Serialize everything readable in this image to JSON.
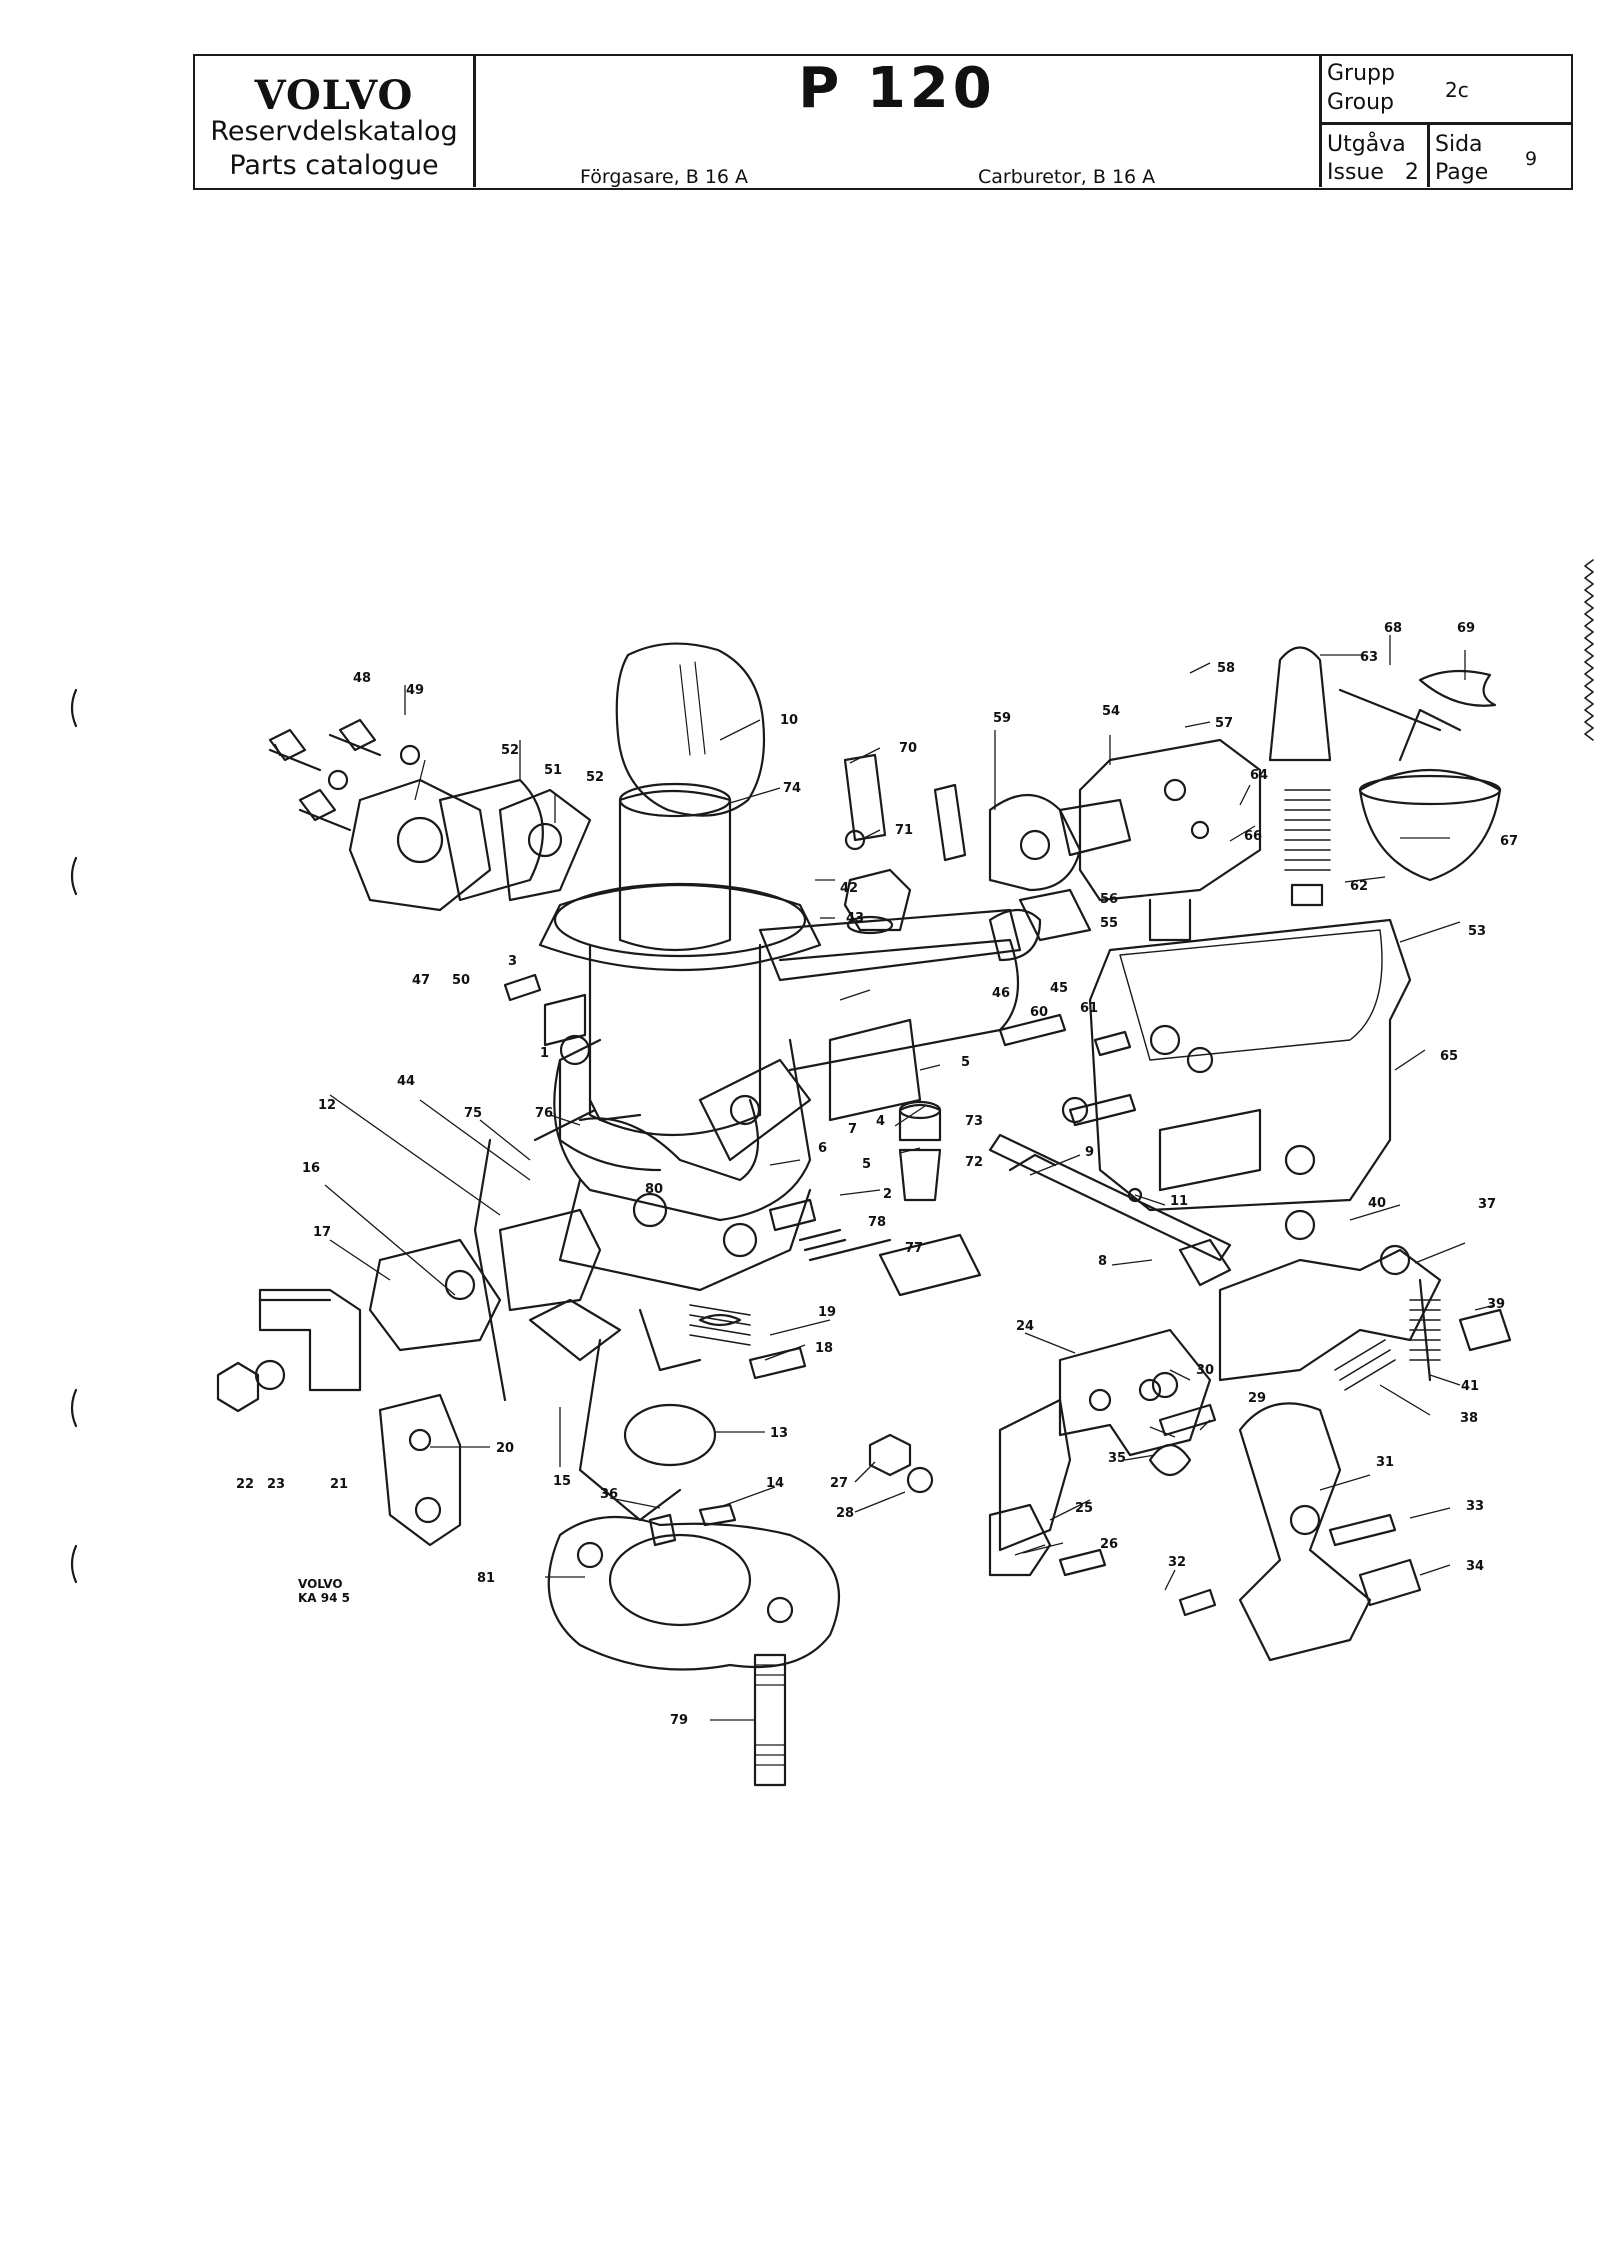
{
  "header": {
    "brand": "VOLVO",
    "catalog_sv": "Reservdelskatalog",
    "catalog_en": "Parts catalogue",
    "model": "P 120",
    "subtitle_sv": "Förgasare, B 16 A",
    "subtitle_en": "Carburetor, B 16 A",
    "group_label_sv": "Grupp",
    "group_label_en": "Group",
    "group_value": "2c",
    "issue_label_sv": "Utgåva",
    "issue_label_en": "Issue",
    "issue_value": "2",
    "page_label_sv": "Sida",
    "page_label_en": "Page",
    "page_value": "9"
  },
  "diagram": {
    "drawing_code_line1": "VOLVO",
    "drawing_code_line2": "KA 94 5",
    "callouts": [
      "1",
      "2",
      "3",
      "4",
      "5",
      "5",
      "6",
      "7",
      "8",
      "9",
      "10",
      "11",
      "12",
      "13",
      "14",
      "15",
      "16",
      "17",
      "18",
      "19",
      "20",
      "21",
      "22",
      "23",
      "24",
      "25",
      "26",
      "27",
      "28",
      "29",
      "30",
      "31",
      "32",
      "33",
      "34",
      "35",
      "36",
      "37",
      "38",
      "39",
      "40",
      "41",
      "42",
      "43",
      "44",
      "45",
      "46",
      "47",
      "48",
      "49",
      "50",
      "51",
      "52",
      "52",
      "53",
      "54",
      "55",
      "56",
      "57",
      "58",
      "59",
      "60",
      "61",
      "62",
      "63",
      "64",
      "65",
      "66",
      "67",
      "68",
      "69",
      "70",
      "71",
      "72",
      "73",
      "74",
      "75",
      "76",
      "77",
      "78",
      "79",
      "80",
      "81"
    ]
  }
}
